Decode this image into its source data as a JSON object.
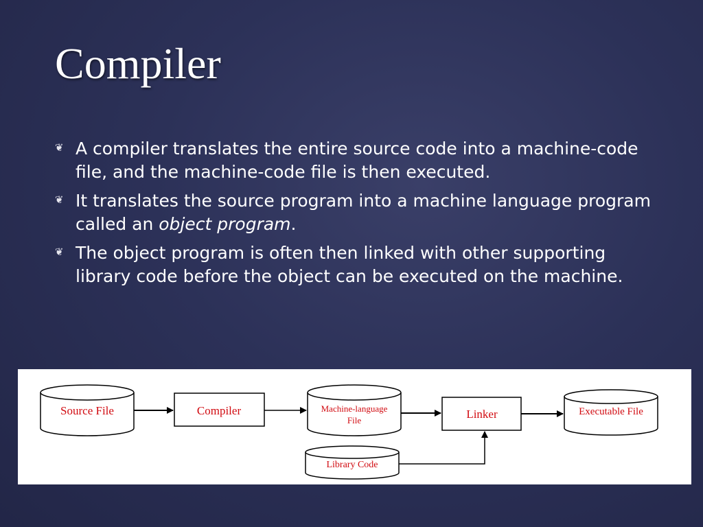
{
  "slide": {
    "title": "Compiler",
    "bullets": [
      {
        "text": "A compiler translates the entire source code into a machine-code file, and the machine-code file is then executed."
      },
      {
        "text_before": "It translates the source program into a machine language program called an ",
        "emphasis": "object program",
        "text_after": "."
      },
      {
        "text": "The object program is often then linked with other supporting library code before the object can be executed on the machine."
      }
    ],
    "bullet_icon": "leaf-icon"
  },
  "diagram": {
    "nodes": {
      "source_file": "Source File",
      "compiler": "Compiler",
      "machine_language_file_line1": "Machine-language",
      "machine_language_file_line2": "File",
      "linker": "Linker",
      "executable_file": "Executable File",
      "library_code": "Library Code"
    },
    "label_color": "#d10a10"
  }
}
